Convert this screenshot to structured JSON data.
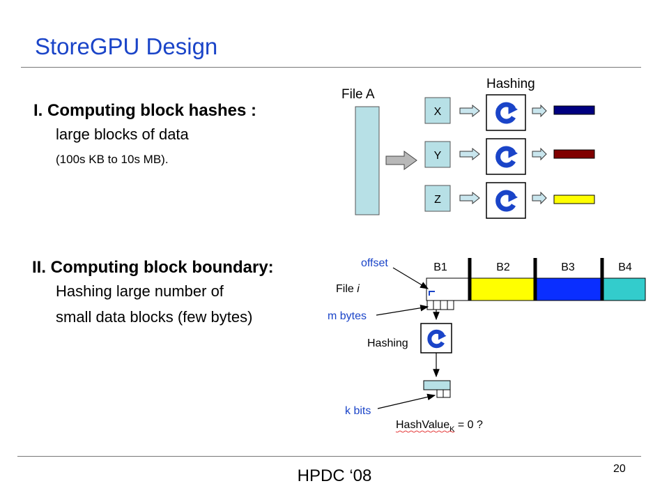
{
  "slide": {
    "title": "StoreGPU Design",
    "page_number": "20",
    "footer": "HPDC ‘08"
  },
  "section1": {
    "title": "I. Computing block hashes :",
    "line1": "large blocks of data",
    "line2": "(100s KB to 10s MB)."
  },
  "section2": {
    "title": "II. Computing block boundary:",
    "line1": "Hashing large number of",
    "line2": "small data blocks (few bytes)"
  },
  "diagram1": {
    "file_label": "File A",
    "hashing_label": "Hashing",
    "blocks": [
      {
        "label": "X",
        "output_color": "#000080"
      },
      {
        "label": "Y",
        "output_color": "#800000"
      },
      {
        "label": "Z",
        "output_color": "#ffff00"
      }
    ],
    "block_fill": "#b7e0e6",
    "hash_icon_color": "#1a44c8"
  },
  "diagram2": {
    "offset_label": "offset",
    "file_label": "File ",
    "file_label_italic": "i",
    "m_bytes_label": "m bytes",
    "hashing_label": "Hashing",
    "k_bits_label": "k bits",
    "hashvalue_label": "HashValue",
    "hashvalue_sub": "K",
    "hashvalue_suffix": " = 0  ?",
    "segments": [
      {
        "label": "B1",
        "color": "#ffffff"
      },
      {
        "label": "B2",
        "color": "#ffff00"
      },
      {
        "label": "B3",
        "color": "#0a2eff"
      },
      {
        "label": "B4",
        "color": "#33cccc"
      }
    ],
    "accent_color": "#1a44c8"
  }
}
